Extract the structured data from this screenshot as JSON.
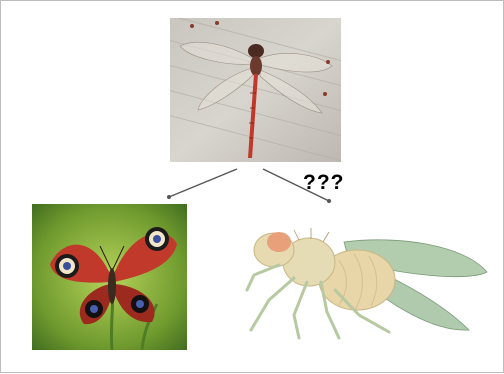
{
  "diagram": {
    "annotation": "???",
    "nodes": [
      {
        "id": "dragonfly",
        "icon": "dragonfly-photo"
      },
      {
        "id": "butterfly",
        "icon": "peacock-butterfly-photo"
      },
      {
        "id": "fruit-fly",
        "icon": "fruit-fly-illustration"
      }
    ],
    "edges": [
      {
        "from": "dragonfly",
        "to": "butterfly"
      },
      {
        "from": "dragonfly",
        "to": "fruit-fly"
      }
    ],
    "colors": {
      "arrow": "#555555",
      "dragonfly_body": "#c0392b",
      "butterfly_wing": "#c0392b",
      "fly_body": "#e8d6a8",
      "fly_wing": "#9fbf9a"
    }
  }
}
